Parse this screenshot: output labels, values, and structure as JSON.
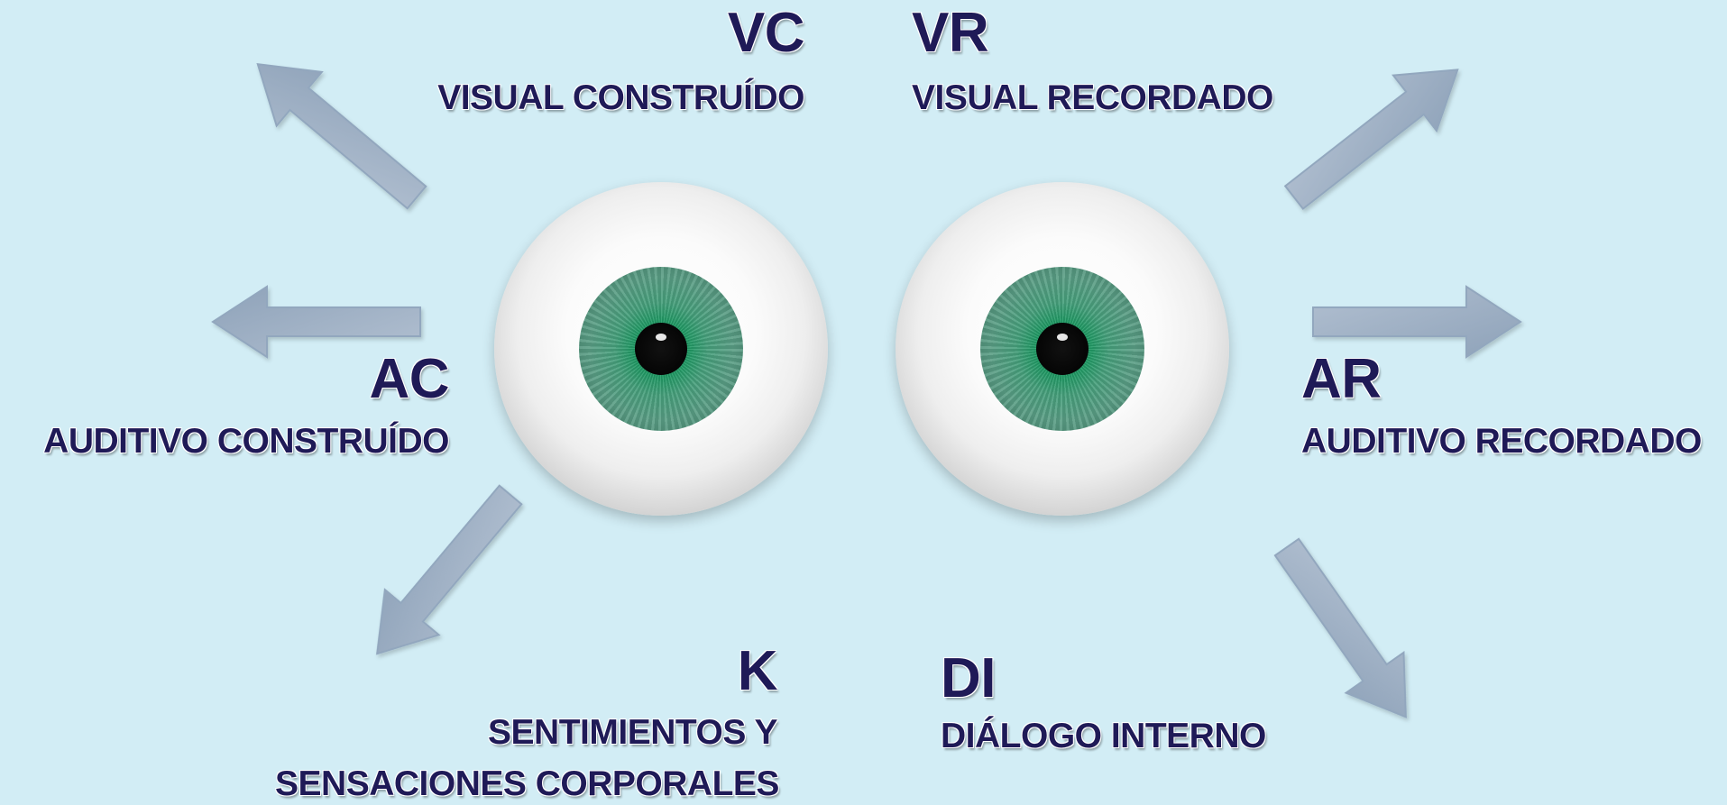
{
  "labels": {
    "vc": {
      "code": "VC",
      "text": "VISUAL CONSTRUÍDO"
    },
    "vr": {
      "code": "VR",
      "text": "VISUAL  RECORDADO"
    },
    "ac": {
      "code": "AC",
      "text": "AUDITIVO CONSTRUÍDO"
    },
    "ar": {
      "code": "AR",
      "text": "AUDITIVO RECORDADO"
    },
    "k": {
      "code": "K",
      "text_line_1": "SENTIMIENTOS Y",
      "text_line_2": "SENSACIONES CORPORALES"
    },
    "di": {
      "code": "DI",
      "text": "DIÁLOGO INTERNO"
    }
  },
  "colors": {
    "background": "#d2edf5",
    "text": "#1f1a57",
    "arrow": "#9fb0c4",
    "iris": "#4f9f7d"
  }
}
